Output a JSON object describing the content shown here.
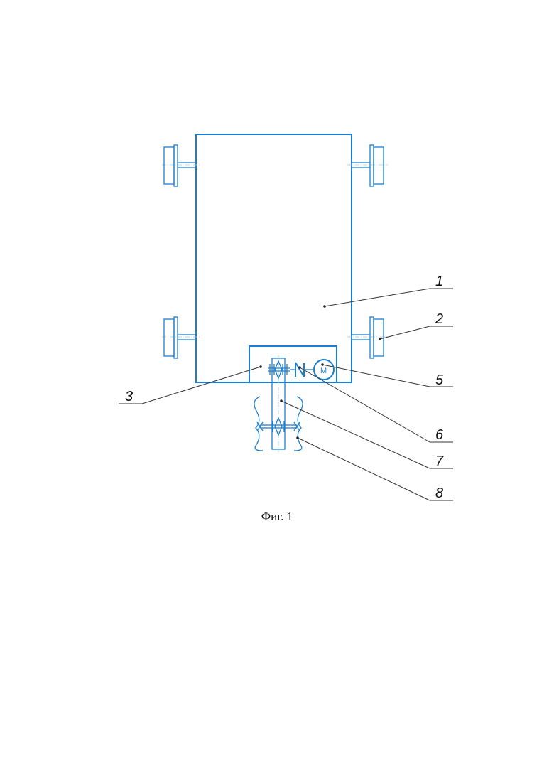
{
  "figure": {
    "caption": "Фиг. 1"
  },
  "motor": {
    "symbol": "M"
  },
  "references": [
    {
      "id": "1",
      "label": "1"
    },
    {
      "id": "2",
      "label": "2"
    },
    {
      "id": "3",
      "label": "3"
    },
    {
      "id": "5",
      "label": "5"
    },
    {
      "id": "6",
      "label": "6"
    },
    {
      "id": "7",
      "label": "7"
    },
    {
      "id": "8",
      "label": "8"
    }
  ],
  "colors": {
    "line": "#1a7fd4",
    "leader": "#333333",
    "background": "#ffffff"
  }
}
